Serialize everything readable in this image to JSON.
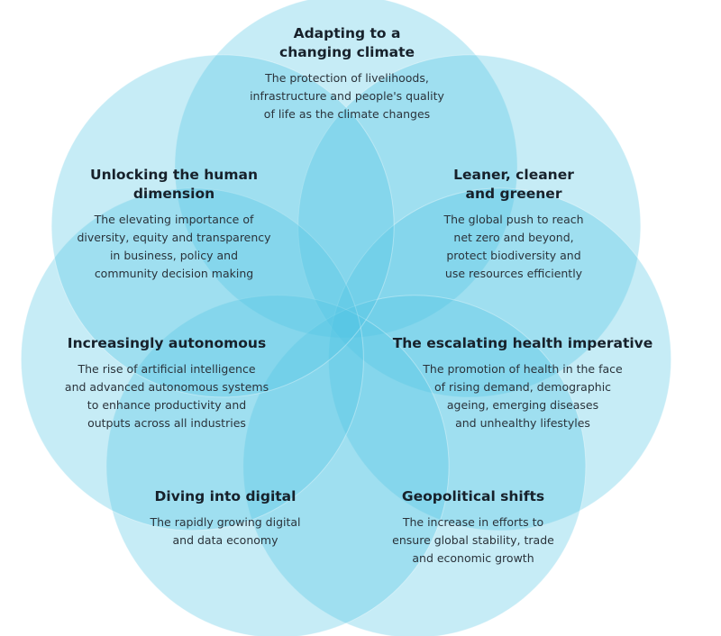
{
  "colors": {
    "circle_fill": "#4fc3e4",
    "circle_stroke": "#ffffff",
    "title_text": "#17212b",
    "desc_text": "#2a333b"
  },
  "segments": [
    {
      "title": "Adapting to a\nchanging climate",
      "description": "The protection of livelihoods,\ninfrastructure and people's quality\nof life as the climate changes"
    },
    {
      "title": "Leaner, cleaner\nand greener",
      "description": "The global push to reach\nnet zero and beyond,\nprotect biodiversity and\nuse resources efficiently"
    },
    {
      "title": "The escalating health imperative",
      "description": "The promotion of health in the face\nof rising demand, demographic\nageing, emerging diseases\nand unhealthy lifestyles"
    },
    {
      "title": "Geopolitical shifts",
      "description": "The increase in efforts to\nensure global stability, trade\nand economic growth"
    },
    {
      "title": "Diving into digital",
      "description": "The rapidly growing digital\nand data economy"
    },
    {
      "title": "Increasingly autonomous",
      "description": "The rise of artificial intelligence\nand advanced autonomous systems\nto enhance productivity and\noutputs across all industries"
    },
    {
      "title": "Unlocking the human\ndimension",
      "description": "The elevating importance of\ndiversity, equity and transparency\nin business, policy and\ncommunity decision making"
    }
  ]
}
